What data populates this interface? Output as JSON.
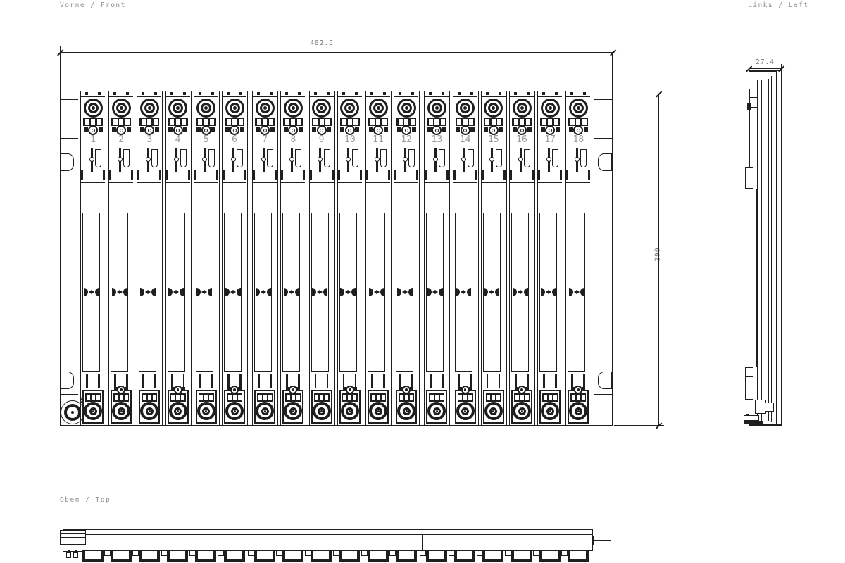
{
  "page": {
    "background": "#ffffff",
    "line_color": "#1f1f1f",
    "dim_text_color": "#7a7a7a",
    "label_text_color": "#8c8c8c",
    "slot_number_color": "#9a9a9a"
  },
  "views": {
    "front": {
      "label": "Vorne / Front"
    },
    "left": {
      "label": "Links / Left"
    },
    "top": {
      "label": "Oben / Top"
    }
  },
  "dimensions": {
    "front_width": "482.5",
    "front_height": "290",
    "left_depth": "27.4"
  },
  "front_view": {
    "slot_count": 18,
    "group_size": 6,
    "slots": [
      {
        "number": "1"
      },
      {
        "number": "2"
      },
      {
        "number": "3"
      },
      {
        "number": "4"
      },
      {
        "number": "5"
      },
      {
        "number": "6"
      },
      {
        "number": "7"
      },
      {
        "number": "8"
      },
      {
        "number": "9"
      },
      {
        "number": "10"
      },
      {
        "number": "11"
      },
      {
        "number": "12"
      },
      {
        "number": "13"
      },
      {
        "number": "14"
      },
      {
        "number": "15"
      },
      {
        "number": "16"
      },
      {
        "number": "17"
      },
      {
        "number": "18"
      }
    ]
  }
}
